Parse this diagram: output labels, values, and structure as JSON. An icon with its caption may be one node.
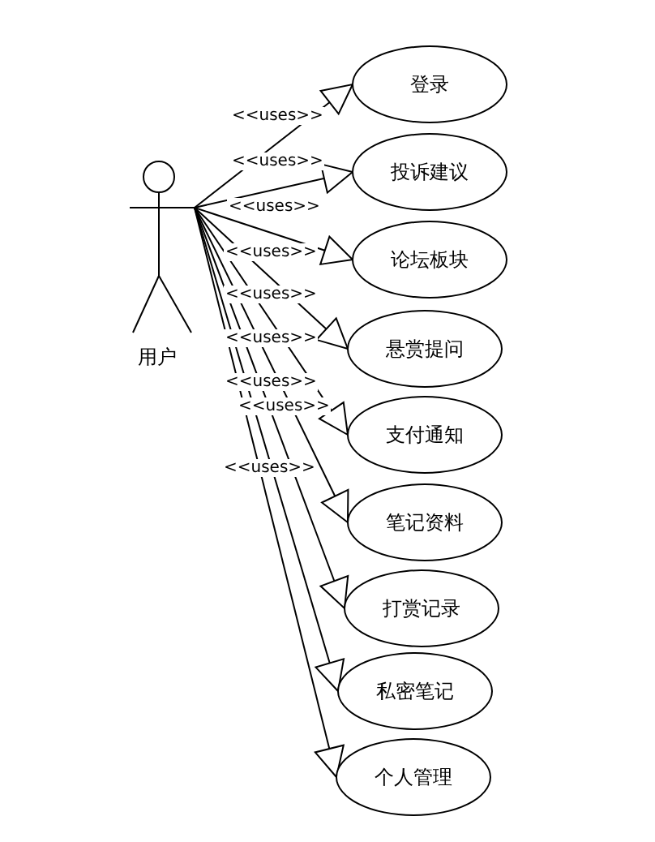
{
  "diagram": {
    "nodes": [
      {
        "text": [
          "用户"
        ]
      },
      {
        "text": [
          "登录"
        ]
      },
      {
        "text": [
          "投诉建议"
        ]
      },
      {
        "text": [
          "论坛板块"
        ]
      },
      {
        "text": [
          "悬赏提问"
        ]
      },
      {
        "text": [
          "支付通知"
        ]
      },
      {
        "text": [
          "笔记资料"
        ]
      },
      {
        "text": [
          "打赏记录"
        ]
      },
      {
        "text": [
          "私密笔记"
        ]
      },
      {
        "text": [
          "个人管理"
        ]
      }
    ],
    "edges": [
      {
        "from": 0,
        "to": 1,
        "arrow": "to",
        "label": "<<uses>>"
      },
      {
        "from": 0,
        "to": 2,
        "arrow": "to",
        "label": "<<uses>>"
      },
      {
        "from": 0,
        "to": 3,
        "arrow": "to",
        "label": "<<uses>>"
      },
      {
        "from": 0,
        "to": 4,
        "arrow": "to",
        "label": "<<uses>>"
      },
      {
        "from": 0,
        "to": 5,
        "arrow": "to",
        "label": "<<uses>>"
      },
      {
        "from": 0,
        "to": 6,
        "arrow": "to",
        "label": "<<uses>>"
      },
      {
        "from": 0,
        "to": 7,
        "arrow": "to",
        "label": "<<uses>>"
      },
      {
        "from": 0,
        "to": 8,
        "arrow": "to",
        "label": "<<uses>>"
      },
      {
        "from": 0,
        "to": 9,
        "arrow": "to",
        "label": "<<uses>>"
      }
    ]
  }
}
